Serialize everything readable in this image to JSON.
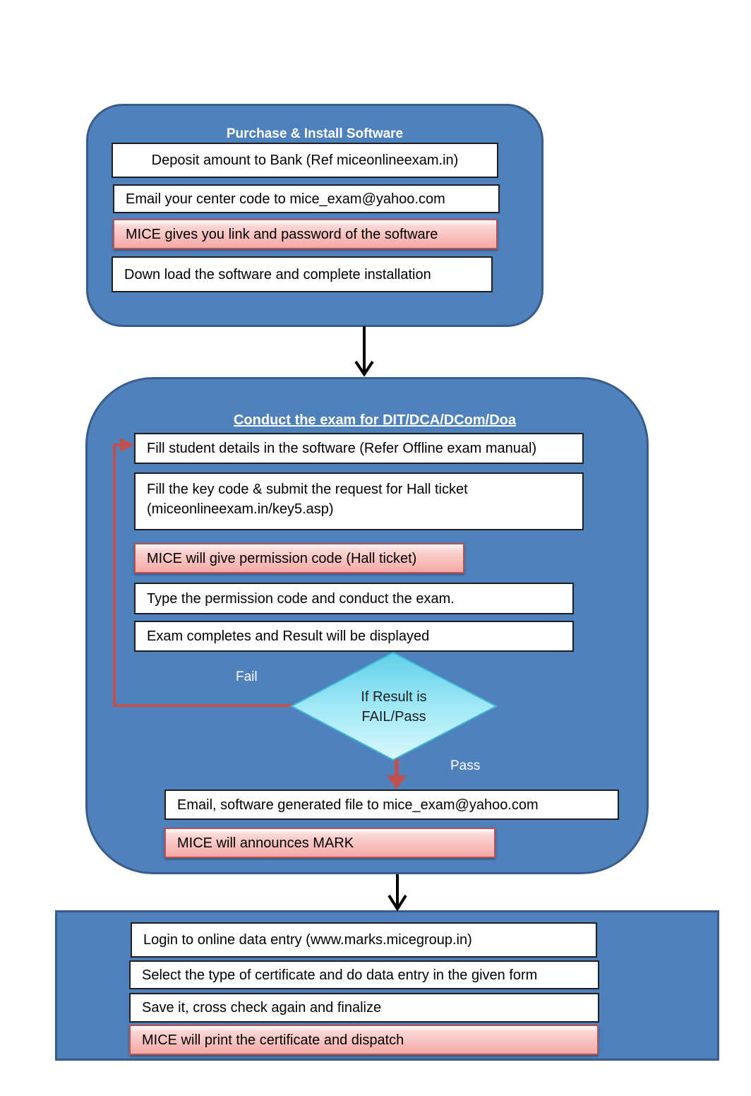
{
  "section1": {
    "title": "Purchase & Install Software",
    "steps": [
      "Deposit amount to Bank (Ref miceonlineexam.in)",
      "Email your center code to mice_exam@yahoo.com",
      "MICE gives you link and password of the software",
      "Down load the software and complete installation"
    ]
  },
  "section2": {
    "title": "Conduct the exam for DIT/DCA/DCom/Doa",
    "steps": [
      "Fill student details in the software (Refer Offline exam manual)",
      "Fill the key code & submit the request for Hall ticket (miceonlineexam.in/key5.asp)",
      "MICE will give permission code (Hall ticket)",
      "Type the permission code and conduct the exam.",
      "Exam completes and Result will be displayed"
    ],
    "decision": {
      "line1": "If Result is",
      "line2": "FAIL/Pass"
    },
    "fail_label": "Fail",
    "pass_label": "Pass",
    "after_pass": [
      "Email, software generated file to mice_exam@yahoo.com",
      "MICE will announces MARK"
    ]
  },
  "section3": {
    "steps": [
      "Login to online data entry (www.marks.micegroup.in)",
      "Select the type of certificate and do data entry in the given form",
      "Save it, cross check again and finalize",
      "MICE will print the certificate and dispatch"
    ]
  },
  "colors": {
    "panel_fill": "#4f81bd",
    "panel_border": "#385d8a",
    "highlight_border": "#c0504d",
    "loop_arrow": "#c0504d",
    "decision_fill": "#9ee6f5"
  }
}
